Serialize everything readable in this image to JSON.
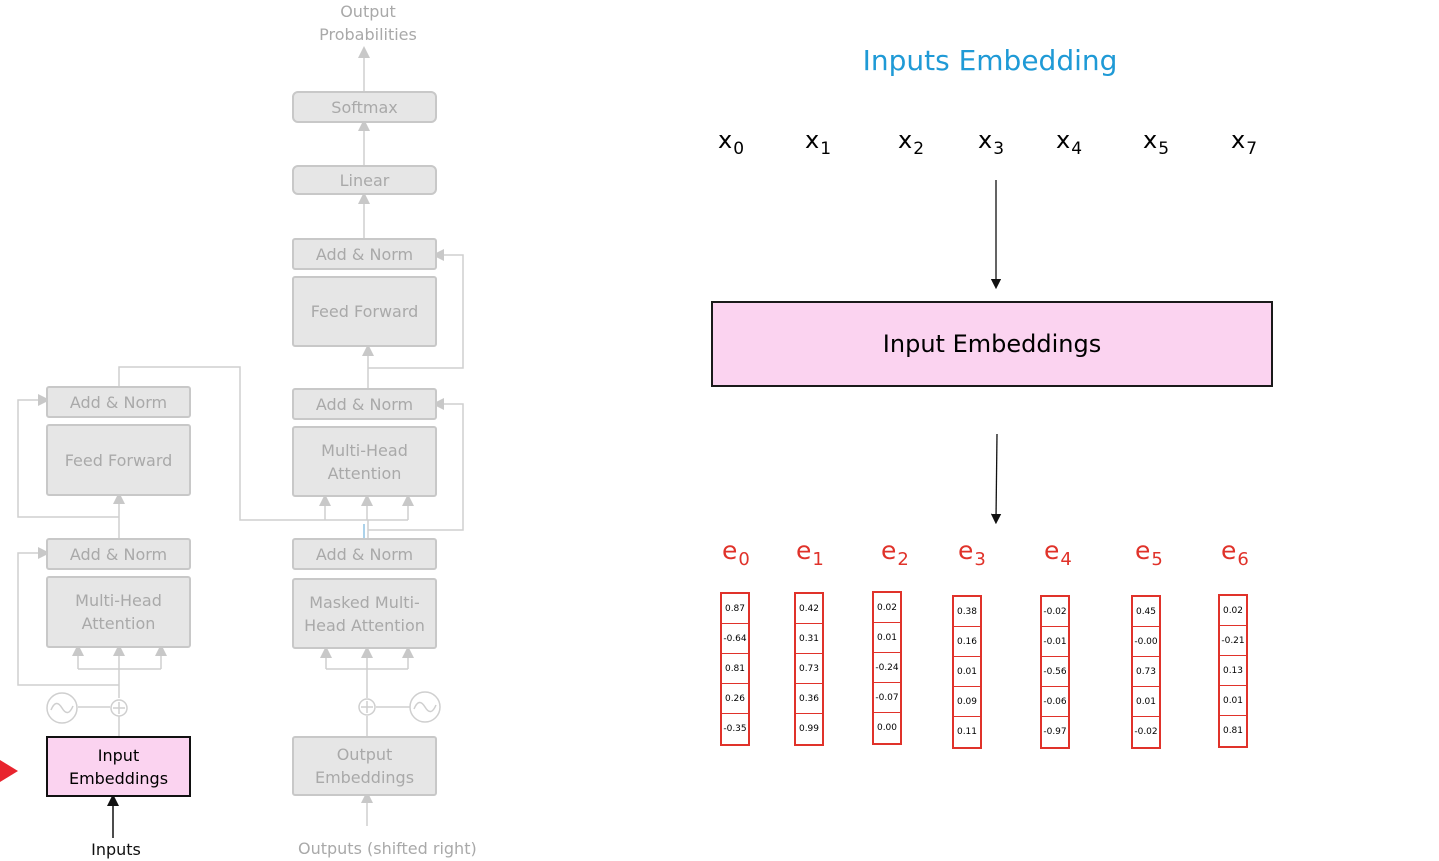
{
  "architecture": {
    "output_probabilities": "Output\nProbabilities",
    "softmax": "Softmax",
    "linear": "Linear",
    "decoder": {
      "add_norm_ff": "Add & Norm",
      "feed_forward": "Feed Forward",
      "add_norm_cross": "Add & Norm",
      "multi_head_attention": "Multi-Head\nAttention",
      "add_norm_masked": "Add & Norm",
      "masked_attention": "Masked Multi-\nHead Attention",
      "output_embeddings": "Output\nEmbeddings",
      "outputs_label": "Outputs (shifted right)"
    },
    "encoder": {
      "add_norm_ff": "Add & Norm",
      "feed_forward": "Feed Forward",
      "add_norm_attn": "Add & Norm",
      "multi_head_attention": "Multi-Head\nAttention",
      "input_embeddings": "Input\nEmbeddings",
      "inputs_label": "Inputs"
    },
    "colors": {
      "inactive": "#a9a9a9",
      "highlight": "#fbd3f0",
      "pointer": "#e8242e"
    }
  },
  "detail": {
    "title": "Inputs Embedding",
    "tokens": [
      {
        "base": "x",
        "sub": "0"
      },
      {
        "base": "x",
        "sub": "1"
      },
      {
        "base": "x",
        "sub": "2"
      },
      {
        "base": "x",
        "sub": "3"
      },
      {
        "base": "x",
        "sub": "4"
      },
      {
        "base": "x",
        "sub": "5"
      },
      {
        "base": "x",
        "sub": "7"
      }
    ],
    "embedding_box": "Input Embeddings",
    "vectors": [
      {
        "base": "e",
        "sub": "0",
        "values": [
          "0.87",
          "-0.64",
          "0.81",
          "0.26",
          "-0.35"
        ]
      },
      {
        "base": "e",
        "sub": "1",
        "values": [
          "0.42",
          "0.31",
          "0.73",
          "0.36",
          "0.99"
        ]
      },
      {
        "base": "e",
        "sub": "2",
        "values": [
          "0.02",
          "0.01",
          "-0.24",
          "-0.07",
          "0.00"
        ]
      },
      {
        "base": "e",
        "sub": "3",
        "values": [
          "0.38",
          "0.16",
          "0.01",
          "0.09",
          "0.11"
        ]
      },
      {
        "base": "e",
        "sub": "4",
        "values": [
          "-0.02",
          "-0.01",
          "-0.56",
          "-0.06",
          "-0.97"
        ]
      },
      {
        "base": "e",
        "sub": "5",
        "values": [
          "0.45",
          "-0.00",
          "0.73",
          "0.01",
          "-0.02"
        ]
      },
      {
        "base": "e",
        "sub": "6",
        "values": [
          "0.02",
          "-0.21",
          "0.13",
          "0.01",
          "0.81"
        ]
      }
    ],
    "colors": {
      "title": "#1f9ad6",
      "vector": "#e0322a"
    }
  }
}
